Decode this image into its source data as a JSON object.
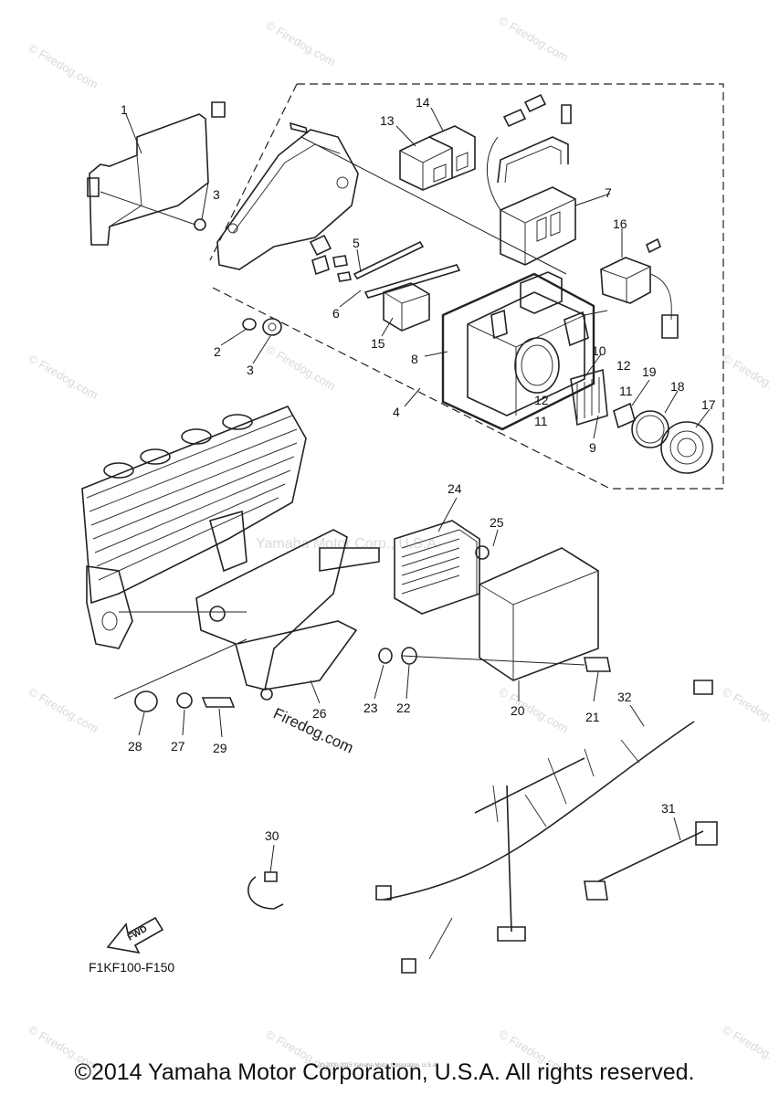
{
  "watermark": {
    "text": "© Firedog.com",
    "center_text": "Yamaha Motor Corp., U.S.A.",
    "stamp_text": "Firedog.com"
  },
  "diagram_code": "F1KF100-F150",
  "fwd_label": "FWD",
  "copyright": "©2014 Yamaha Motor Corporation, U.S.A. All rights reserved.",
  "tiny_notice": "(c) 2000-2015 Yamaha Motor Corporation, U.S.A.",
  "callouts": [
    {
      "id": "c1",
      "text": "1"
    },
    {
      "id": "c2",
      "text": "2"
    },
    {
      "id": "c3a",
      "text": "3"
    },
    {
      "id": "c3b",
      "text": "3"
    },
    {
      "id": "c4",
      "text": "4"
    },
    {
      "id": "c5",
      "text": "5"
    },
    {
      "id": "c6",
      "text": "6"
    },
    {
      "id": "c7",
      "text": "7"
    },
    {
      "id": "c8",
      "text": "8"
    },
    {
      "id": "c9",
      "text": "9"
    },
    {
      "id": "c10",
      "text": "10"
    },
    {
      "id": "c11a",
      "text": "11"
    },
    {
      "id": "c11b",
      "text": "11"
    },
    {
      "id": "c12a",
      "text": "12"
    },
    {
      "id": "c12b",
      "text": "12"
    },
    {
      "id": "c13",
      "text": "13"
    },
    {
      "id": "c14",
      "text": "14"
    },
    {
      "id": "c15",
      "text": "15"
    },
    {
      "id": "c16",
      "text": "16"
    },
    {
      "id": "c17",
      "text": "17"
    },
    {
      "id": "c18",
      "text": "18"
    },
    {
      "id": "c19",
      "text": "19"
    },
    {
      "id": "c20",
      "text": "20"
    },
    {
      "id": "c21",
      "text": "21"
    },
    {
      "id": "c22",
      "text": "22"
    },
    {
      "id": "c23",
      "text": "23"
    },
    {
      "id": "c24",
      "text": "24"
    },
    {
      "id": "c25",
      "text": "25"
    },
    {
      "id": "c26",
      "text": "26"
    },
    {
      "id": "c27",
      "text": "27"
    },
    {
      "id": "c28",
      "text": "28"
    },
    {
      "id": "c29",
      "text": "29"
    },
    {
      "id": "c30",
      "text": "30"
    },
    {
      "id": "c31",
      "text": "31"
    },
    {
      "id": "c32",
      "text": "32"
    }
  ]
}
